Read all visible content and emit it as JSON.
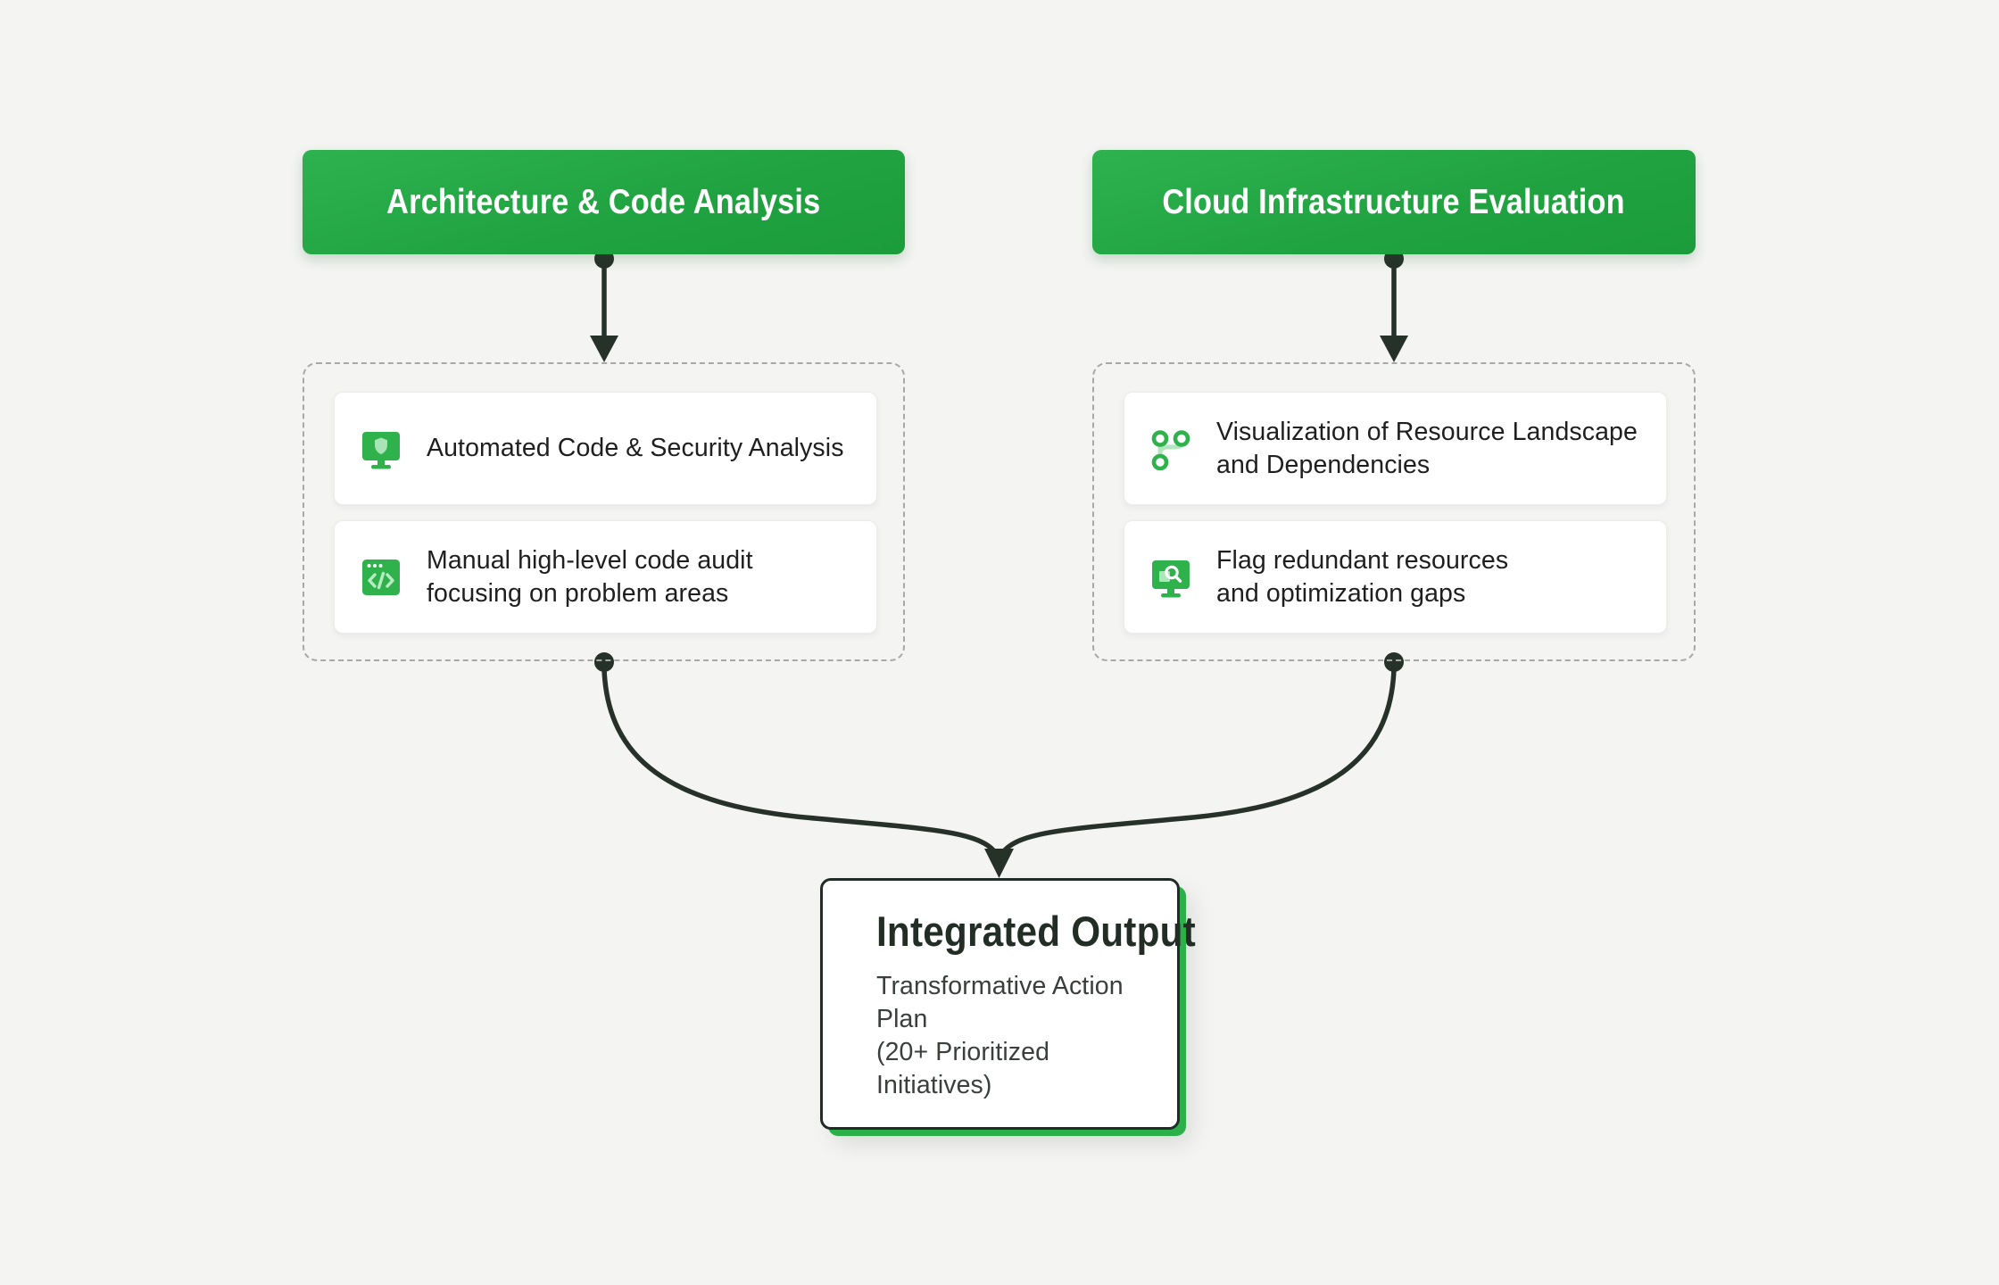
{
  "columns": [
    {
      "header": "Architecture & Code Analysis",
      "cards": [
        {
          "icon": "monitor-shield-icon",
          "text": "Automated Code & Security Analysis"
        },
        {
          "icon": "code-window-icon",
          "text": "Manual high-level code audit\nfocusing on problem areas"
        }
      ]
    },
    {
      "header": "Cloud Infrastructure Evaluation",
      "cards": [
        {
          "icon": "git-branch-icon",
          "text": "Visualization of Resource Landscape\nand Dependencies"
        },
        {
          "icon": "monitor-search-icon",
          "text": "Flag redundant resources\nand optimization gaps"
        }
      ]
    }
  ],
  "output": {
    "title": "Integrated Output",
    "subtitle": "Transformative Action Plan\n(20+ Prioritized Initiatives)"
  },
  "colors": {
    "brand_green": "#23a845",
    "icon_green": "#2fb24c",
    "icon_green_light": "#b3e6bf",
    "ink": "#26312a",
    "background": "#f4f4f2"
  }
}
